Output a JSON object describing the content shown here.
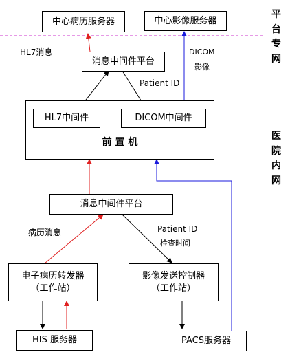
{
  "nodes": {
    "central_emr": "中心病历服务器",
    "central_image": "中心影像服务器",
    "mw_top": "消息中间件平台",
    "hl7_mw": "HL7中间件",
    "dicom_mw": "DICOM中间件",
    "frontend": "前 置 机",
    "mw_bottom": "消息中间件平台",
    "emr_forwarder_line1": "电子病历转发器",
    "emr_forwarder_line2": "（工作站）",
    "image_controller_line1": "影像发送控制器",
    "image_controller_line2": "（工作站）",
    "his": "HIS  服务器",
    "pacs": "PACS服务器"
  },
  "labels": {
    "hl7_msg": "HL7消息",
    "dicom": "DICOM",
    "image": "影像",
    "patient_id_top": "Patient ID",
    "emr_msg": "病历消息",
    "patient_id_bottom": "Patient ID",
    "exam_time": "检查时间"
  },
  "zones": {
    "platform_private_net": "平台专网",
    "hospital_intranet": "医院内网"
  },
  "colors": {
    "red_arrow": "#e02020",
    "blue_arrow": "#1a1adc",
    "black_arrow": "#000000",
    "divider": "#cc33cc"
  }
}
